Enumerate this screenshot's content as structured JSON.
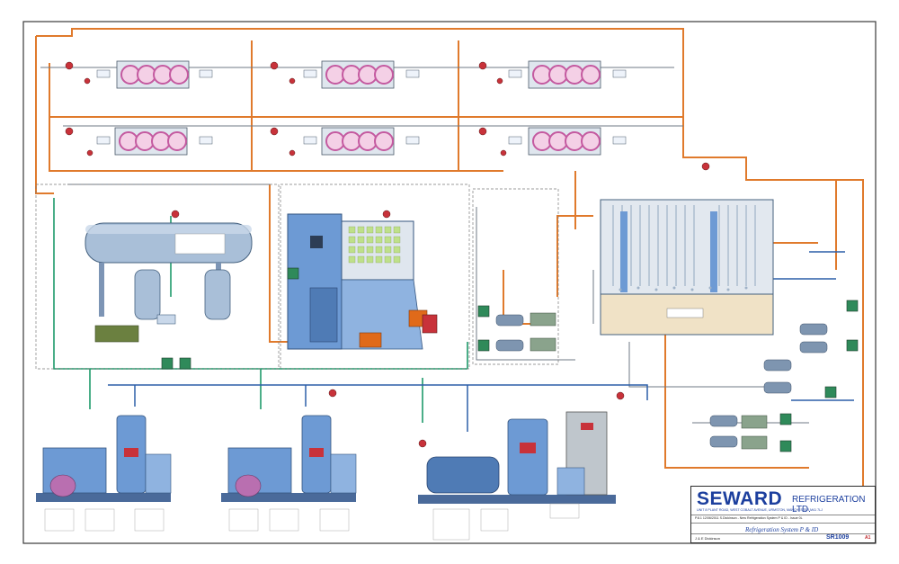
{
  "title_block": {
    "company_brand": "SEWARD",
    "company_sub": "REFRIGERATION LTD.",
    "address": "UNIT 8 PLANT ROAD, WEST COBALT AVENUE, URMSTON, MANCHESTER M41 7LJ",
    "revision_line": "P.8.1  12/06/2011 S.Dickinson - New Refrigeration System P & ID - Issue 0L",
    "drawing_title": "Refrigeration System P & ID",
    "drawn_by": "J & E Dickinson",
    "drawing_number": "SR1009",
    "sheet_size": "A1"
  },
  "colors": {
    "hot_gas_line": "#e07a2c",
    "water_line": "#1e9a6a",
    "suction_line": "#2c5fa8",
    "liquid_line": "#6f7a86",
    "equipment_blue": "#6d9ad4",
    "fan_magenta": "#c45aa0",
    "valve_red": "#c8323a",
    "panel_grey": "#bfc6cc",
    "brand_blue": "#1c3f9e"
  },
  "icons": [
    "condenser-fan-icon",
    "valve-icon",
    "compressor-icon",
    "controller-box-icon",
    "tank-icon"
  ]
}
